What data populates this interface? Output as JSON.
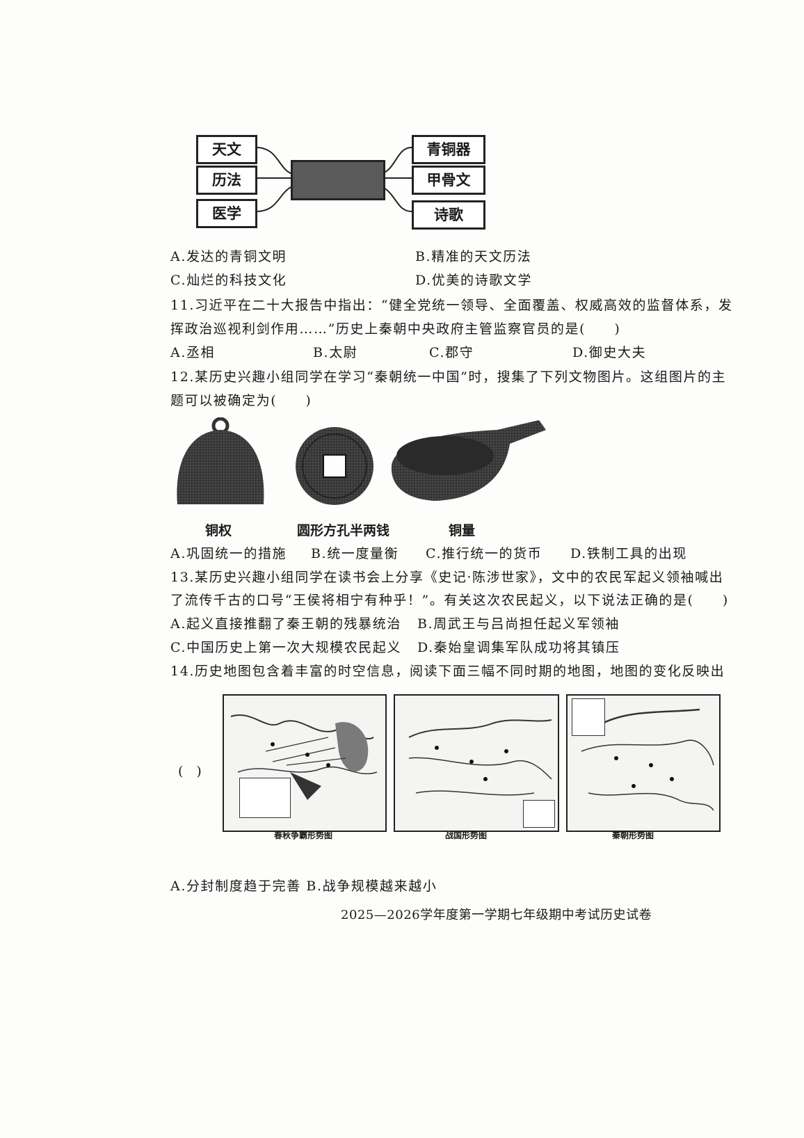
{
  "q10": {
    "left_boxes": [
      "天文",
      "历法",
      "医学"
    ],
    "right_boxes": [
      "青铜器",
      "甲骨文",
      "诗歌"
    ],
    "options": {
      "a": "A.发达的青铜文明",
      "b": "B.精准的天文历法",
      "c": "C.灿烂的科技文化",
      "d": "D.优美的诗歌文学"
    }
  },
  "q11": {
    "line1": "11.习近平在二十大报告中指出：“健全党统一领导、全面覆盖、权威高效的监督体系，发",
    "line2": "挥政治巡视利剑作用……”历史上秦朝中央政府主管监察官员的是(　　)",
    "options": {
      "a": "A.丞相",
      "b": "B.太尉",
      "c": "C.郡守",
      "d": "D.御史大夫"
    }
  },
  "q12": {
    "line1": "12.某历史兴趣小组同学在学习“秦朝统一中国”时，搜集了下列文物图片。这组图片的主",
    "line2": "题可以被确定为(　　)",
    "captions": [
      "铜权",
      "圆形方孔半两钱",
      "铜量"
    ],
    "options": {
      "a": "A.巩固统一的措施",
      "b": "B.统一度量衡",
      "c": "C.推行统一的货币",
      "d": "D.铁制工具的出现"
    }
  },
  "q13": {
    "line1": "13.某历史兴趣小组同学在读书会上分享《史记·陈涉世家》，文中的农民军起义领袖喊出",
    "line2": "了流传千古的口号“王侯将相宁有种乎！”。有关这次农民起义，以下说法正确的是(　　)",
    "options": {
      "a": "A.起义直接推翻了秦王朝的残暴统治",
      "b": "B.周武王与吕尚担任起义军领袖",
      "c": "C.中国历史上第一次大规模农民起义",
      "d": "D.秦始皇调集军队成功将其镇压"
    }
  },
  "q14": {
    "line1": "14.历史地图包含着丰富的时空信息，阅读下面三幅不同时期的地图，地图的变化反映出",
    "paren": "(　)",
    "maps": [
      "春秋争霸形势图",
      "战国形势图",
      "秦朝形势图"
    ],
    "options": {
      "ab": "A.分封制度趋于完善 B.战争规模越来越小"
    }
  },
  "footer": "2025—2026学年度第一学期七年级期中考试历史试卷"
}
